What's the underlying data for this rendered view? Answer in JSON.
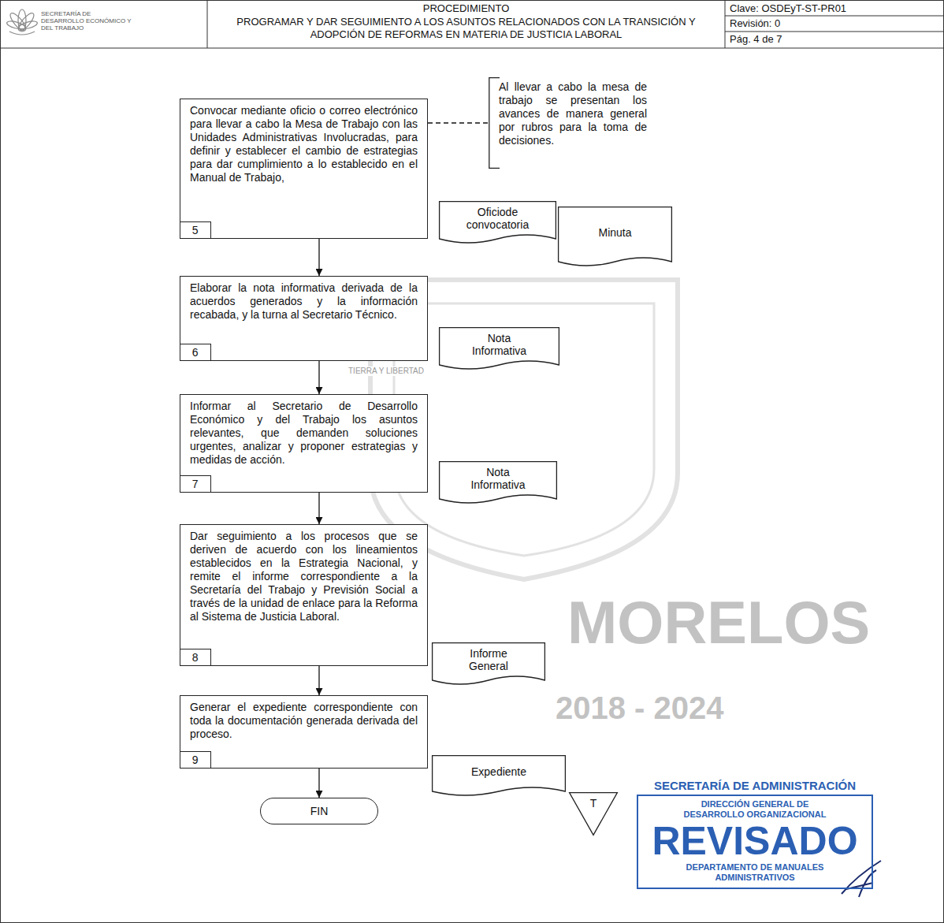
{
  "diagram": {
    "title": "PROGRAMAR Y DAR SEGUIMIENTO A LOS ASUNTOS RELACIONADOS CON LA TRANSICIÓN Y ADOPCIÓN DE REFORMAS EN MATERIA DE JUSTICIA LABORAL",
    "nodes": [
      {
        "text": [
          "Convocar mediante oficio o correo electrónico para llevar a cabo la Mesa de Trabajo con las Unidades Administrativas Involucradas, para definir y establecer el cambio de estrategias para dar cumplimiento a lo establecido en el Manual de Trabajo,"
        ]
      },
      {
        "text": [
          "5"
        ],
        "in": 0
      },
      {
        "text": [
          "Al llevar a cabo la mesa de trabajo se presentan los avances de manera general por rubros para la toma de decisiones."
        ]
      },
      {
        "text": [
          "Oficiode convocatoria"
        ]
      },
      {
        "text": [
          "Minuta"
        ]
      },
      {
        "text": [
          "Elaborar la nota informativa derivada de la acuerdos generados y la información recabada, y la turna al Secretario Técnico."
        ]
      },
      {
        "text": [
          "6"
        ],
        "in": 5
      },
      {
        "text": [
          "Nota Informativa"
        ]
      },
      {
        "text": [
          "Informar al Secretario de Desarrollo Económico y del Trabajo los asuntos relevantes, que demanden soluciones urgentes, analizar y proponer estrategias y medidas de acción."
        ]
      },
      {
        "text": [
          "7"
        ],
        "in": 8
      },
      {
        "text": [
          "Nota Informativa"
        ]
      },
      {
        "text": [
          "Dar seguimiento a los procesos que se deriven de acuerdo con los lineamientos establecidos en la Estrategia Nacional, y remite el informe correspondiente a la Secretaría del Trabajo y Previsión Social a través de la unidad de enlace para la Reforma al Sistema de Justicia Laboral."
        ]
      },
      {
        "text": [
          "8"
        ],
        "in": 11
      },
      {
        "text": [
          "Informe General"
        ]
      },
      {
        "text": [
          "Generar el expediente correspondiente con toda la documentación generada derivada del proceso."
        ]
      },
      {
        "text": [
          "9"
        ],
        "in": 14
      },
      {
        "text": [
          "Expediente"
        ]
      },
      {
        "text": [
          "FIN"
        ]
      },
      {
        "text": [
          "T"
        ]
      },
      {
        "text": [
          "SECRETARÍA DE ADMINISTRACIÓN",
          "DIRECCIÓN GENERAL DE DESARROLLO ORGANIZACIONAL",
          "REVISADO",
          "DEPARTAMENTO DE MANUALES ADMINISTRATIVOS"
        ]
      }
    ],
    "edges": [
      {
        "from": 0,
        "to": 2,
        "arrow": "none"
      },
      {
        "from": 0,
        "to": 5,
        "arrow": "to"
      },
      {
        "from": 5,
        "to": 8,
        "arrow": "to"
      },
      {
        "from": 8,
        "to": 11,
        "arrow": "to"
      },
      {
        "from": 11,
        "to": 14,
        "arrow": "to"
      },
      {
        "from": 14,
        "to": 17,
        "arrow": "to"
      }
    ],
    "labels": [
      "PROCEDIMIENTO",
      "SECRETARÍA DE DESARROLLO ECONÓMICO Y DEL TRABAJO",
      "Clave: OSDEyT-ST-PR01",
      "Revisión: 0",
      "Pág. 4 de 7",
      "TIERRA Y LIBERTAD",
      "MORELOS",
      "2018 - 2024"
    ]
  }
}
